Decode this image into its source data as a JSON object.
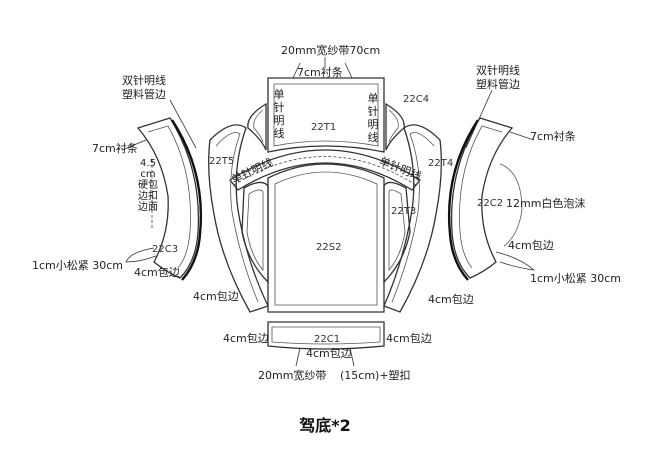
{
  "title": "驾底*2",
  "pieces": {
    "p22T1": "22T1",
    "p22C4": "22C4",
    "p22T5": "22T5",
    "p22T4": "22T4",
    "p22T3": "22T3",
    "p22S2": "22S2",
    "p22C2": "22C2",
    "p22C3": "22C3",
    "p22C1": "22C1"
  },
  "labels": {
    "top_band": "20mm宽纱带70cm",
    "top_lining": "7cm衬条",
    "double_stitch_left_1": "双针明线",
    "double_stitch_left_2": "塑料管边",
    "double_stitch_right_1": "双针明线",
    "double_stitch_right_2": "塑料管边",
    "single_stitch_left": "单针明线",
    "single_stitch_right": "单针明线",
    "single_stitch_arc_left": "单针明线",
    "single_stitch_arc_right": "单针明线",
    "lining_left": "7cm衬条",
    "lining_right": "7cm衬条",
    "left_vertical": "4.5cm硬包边扣边面",
    "white_foam": "12mm白色泡沫",
    "binding_right_mid": "4cm包边",
    "elastic_left": "1cm小松紧 30cm",
    "binding_left_c3": "4cm包边",
    "elastic_right": "1cm小松紧 30cm",
    "binding_left_bottom": "4cm包边",
    "binding_right_bottom": "4cm包边",
    "binding_c1_left": "4cm包边",
    "binding_c1_right": "4cm包边",
    "binding_c1_bottom": "4cm包边",
    "bottom_band": "20mm宽纱带",
    "bottom_clip": "(15cm)+塑扣"
  }
}
